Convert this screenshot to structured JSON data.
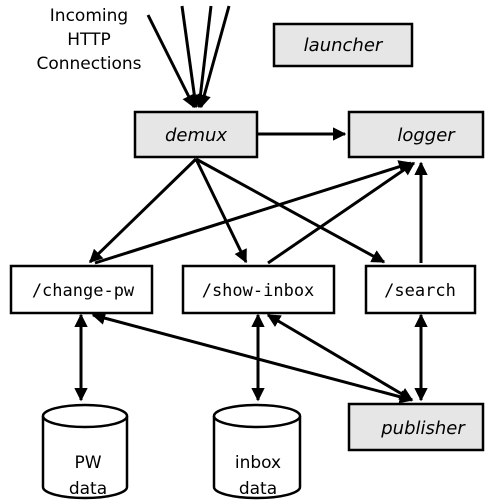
{
  "incoming": {
    "line1": "Incoming",
    "line2": "HTTP",
    "line3": "Connections"
  },
  "nodes": {
    "launcher": "launcher",
    "demux": "demux",
    "logger": "logger",
    "change_pw": "/change-pw",
    "show_inbox": "/show-inbox",
    "search": "/search",
    "publisher": "publisher"
  },
  "stores": {
    "pw": {
      "line1": "PW",
      "line2": "data"
    },
    "inbox": {
      "line1": "inbox",
      "line2": "data"
    }
  },
  "colors": {
    "gray_box": "#e6e6e6",
    "white_box": "#ffffff",
    "stroke": "#000000"
  }
}
